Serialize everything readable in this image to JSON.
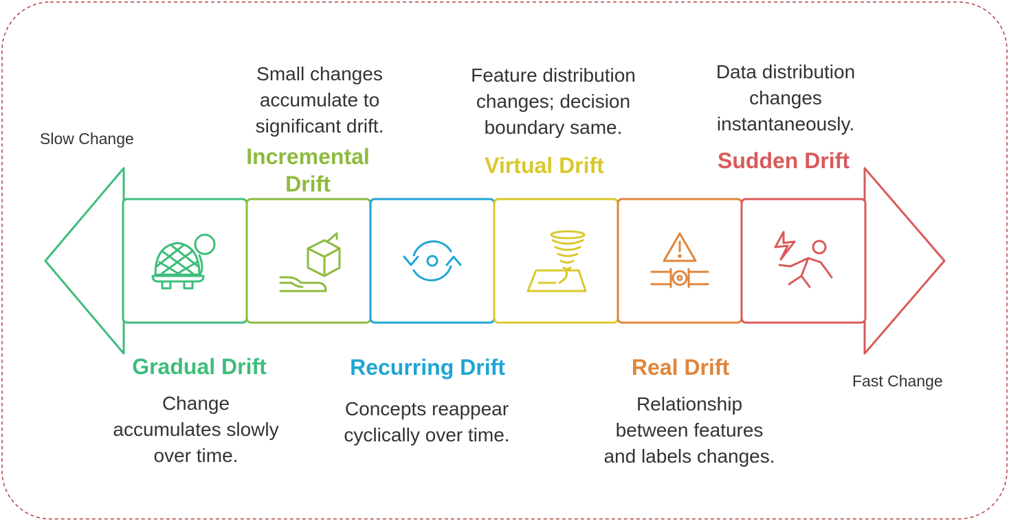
{
  "end_labels": {
    "left": "Slow Change",
    "right": "Fast Change"
  },
  "stages": [
    {
      "title": "Gradual Drift",
      "description": "Change\naccumulates slowly\nover time.",
      "color": "#3dbd7b",
      "icon": "turtle-icon"
    },
    {
      "title": "Incremental\nDrift",
      "description": "Small changes\naccumulate to\nsignificant drift.",
      "color": "#8dbb3f",
      "icon": "box-on-hand-icon"
    },
    {
      "title": "Recurring Drift",
      "description": "Concepts reappear\ncyclically over time.",
      "color": "#1fa5d4",
      "icon": "cycle-arrows-icon"
    },
    {
      "title": "Virtual Drift",
      "description": "Feature distribution\nchanges; decision\nboundary same.",
      "color": "#d9c82c",
      "icon": "tornado-icon"
    },
    {
      "title": "Real Drift",
      "description": "Relationship\nbetween features\nand labels changes.",
      "color": "#e0853a",
      "icon": "warning-pipe-icon"
    },
    {
      "title": "Sudden Drift",
      "description": "Data distribution\nchanges\ninstantaneously.",
      "color": "#d95a5a",
      "icon": "falling-person-icon"
    }
  ],
  "border_color": "#b04040"
}
